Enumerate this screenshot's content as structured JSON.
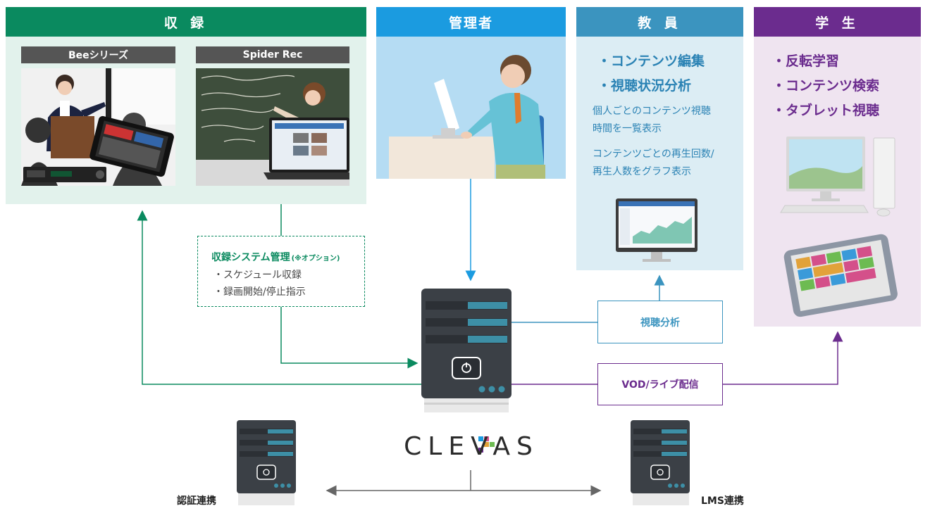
{
  "recording": {
    "title": "収 録",
    "bee_label": "Beeシリーズ",
    "spider_label": "Spider Rec"
  },
  "admin": {
    "title": "管理者"
  },
  "teacher": {
    "title": "教 員",
    "bullets": [
      "・コンテンツ編集",
      "・視聴状況分析"
    ],
    "desc1": [
      "個人ごとのコンテンツ視聴",
      "時間を一覧表示"
    ],
    "desc2": [
      "コンテンツごとの再生回数/",
      "再生人数をグラフ表示"
    ]
  },
  "student": {
    "title": "学 生",
    "bullets": [
      "・反転学習",
      "・コンテンツ検索",
      "・タブレット視聴"
    ]
  },
  "option": {
    "title": "収録システム管理",
    "note": "(※オプション)",
    "items": [
      "・スケジュール収録",
      "・録画開始/停止指示"
    ]
  },
  "flows": {
    "analysis": "視聴分析",
    "vod": "VOD/ライブ配信"
  },
  "brand": {
    "logo_text": "CLEVAS"
  },
  "bottom": {
    "auth": "認証連携",
    "lms": "LMS連携"
  },
  "colors": {
    "green": "#0a8a5f",
    "blue": "#1b9be0",
    "teal": "#3b94bf",
    "purple": "#6b2c8e"
  }
}
